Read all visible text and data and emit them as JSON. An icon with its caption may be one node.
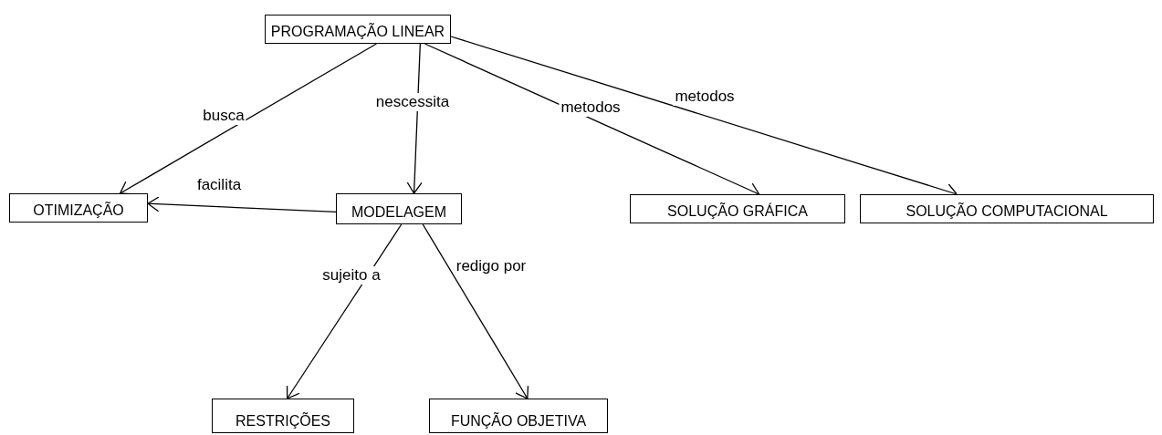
{
  "diagram": {
    "nodes": [
      {
        "text": [
          "PROGRAMAÇÃO LINEAR"
        ]
      },
      {
        "text": [
          "OTIMIZAÇÃO"
        ]
      },
      {
        "text": [
          "MODELAGEM"
        ]
      },
      {
        "text": [
          "SOLUÇÃO GRÁFICA"
        ]
      },
      {
        "text": [
          "SOLUÇÃO COMPUTACIONAL"
        ]
      },
      {
        "text": [
          "RESTRIÇÕES"
        ]
      },
      {
        "text": [
          "FUNÇÃO OBJETIVA"
        ]
      }
    ],
    "edges": [
      {
        "from": 0,
        "to": 1,
        "arrow": "to",
        "label": "busca"
      },
      {
        "from": 0,
        "to": 2,
        "arrow": "to",
        "label": "nescessita"
      },
      {
        "from": 0,
        "to": 3,
        "arrow": "to",
        "label": "metodos"
      },
      {
        "from": 0,
        "to": 4,
        "arrow": "to",
        "label": "metodos"
      },
      {
        "from": 2,
        "to": 1,
        "arrow": "to",
        "label": "facilita"
      },
      {
        "from": 2,
        "to": 5,
        "arrow": "to",
        "label": "sujeito a"
      },
      {
        "from": 2,
        "to": 6,
        "arrow": "to",
        "label": "redigo por"
      }
    ]
  }
}
